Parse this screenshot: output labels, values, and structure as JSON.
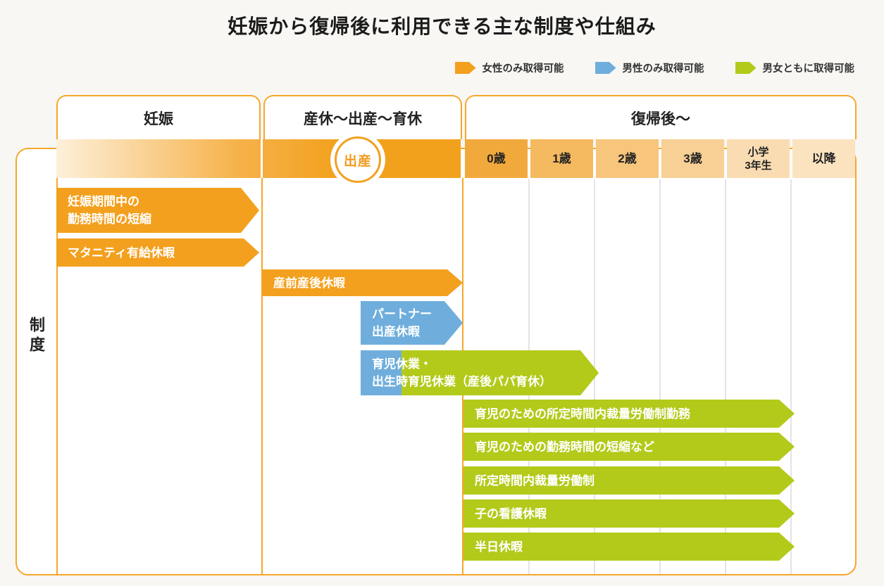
{
  "title": "妊娠から復帰後に利用できる主な制度や仕組み",
  "legend": {
    "items": [
      {
        "label": "女性のみ取得可能",
        "color": "#F3A01E"
      },
      {
        "label": "男性のみ取得可能",
        "color": "#6FAEDC"
      },
      {
        "label": "男女ともに取得可能",
        "color": "#B3CA1A"
      }
    ]
  },
  "phases": [
    {
      "label": "妊娠"
    },
    {
      "label": "産休〜出産〜育休"
    },
    {
      "label": "復帰後〜"
    }
  ],
  "row_label": "制度",
  "timeline": {
    "birth_label": "出産",
    "ages": [
      {
        "line1": "0歳"
      },
      {
        "line1": "1歳"
      },
      {
        "line1": "2歳"
      },
      {
        "line1": "3歳"
      },
      {
        "line1": "小学",
        "line2": "3年生"
      },
      {
        "line1": "以降"
      }
    ]
  },
  "bars": [
    {
      "line1": "妊娠期間中の",
      "line2": "勤務時間の短縮",
      "type": "female"
    },
    {
      "line1": "マタニティ有給休暇",
      "type": "female"
    },
    {
      "line1": "産前産後休暇",
      "type": "female"
    },
    {
      "line1": "パートナー",
      "line2": "出産休暇",
      "type": "male"
    },
    {
      "line1": "育児休業・",
      "line2": "出生時育児休業（産後パパ育休）",
      "type": "both",
      "leading_color": "#6FAEDC"
    },
    {
      "line1": "育児のための所定時間内裁量労働制勤務",
      "type": "both"
    },
    {
      "line1": "育児のための勤務時間の短縮など",
      "type": "both"
    },
    {
      "line1": "所定時間内裁量労働制",
      "type": "both"
    },
    {
      "line1": "子の看護休暇",
      "type": "both"
    },
    {
      "line1": "半日休暇",
      "type": "both"
    }
  ],
  "colors": {
    "female_orange": "#F3A01E",
    "male_blue": "#6FAEDC",
    "both_green": "#B3CA1A",
    "border_orange": "#F6A72B",
    "band_gradient_start": "#FDF0DA",
    "band_gradient_end": "#F2A11D",
    "age_cell_shades": [
      "#F2A93C",
      "#F5B95F",
      "#F7C57C",
      "#F8D096",
      "#FADCB2",
      "#FBE3C0"
    ],
    "gridline_gray": "#E4E4E6",
    "background": "#F8F7F4"
  }
}
